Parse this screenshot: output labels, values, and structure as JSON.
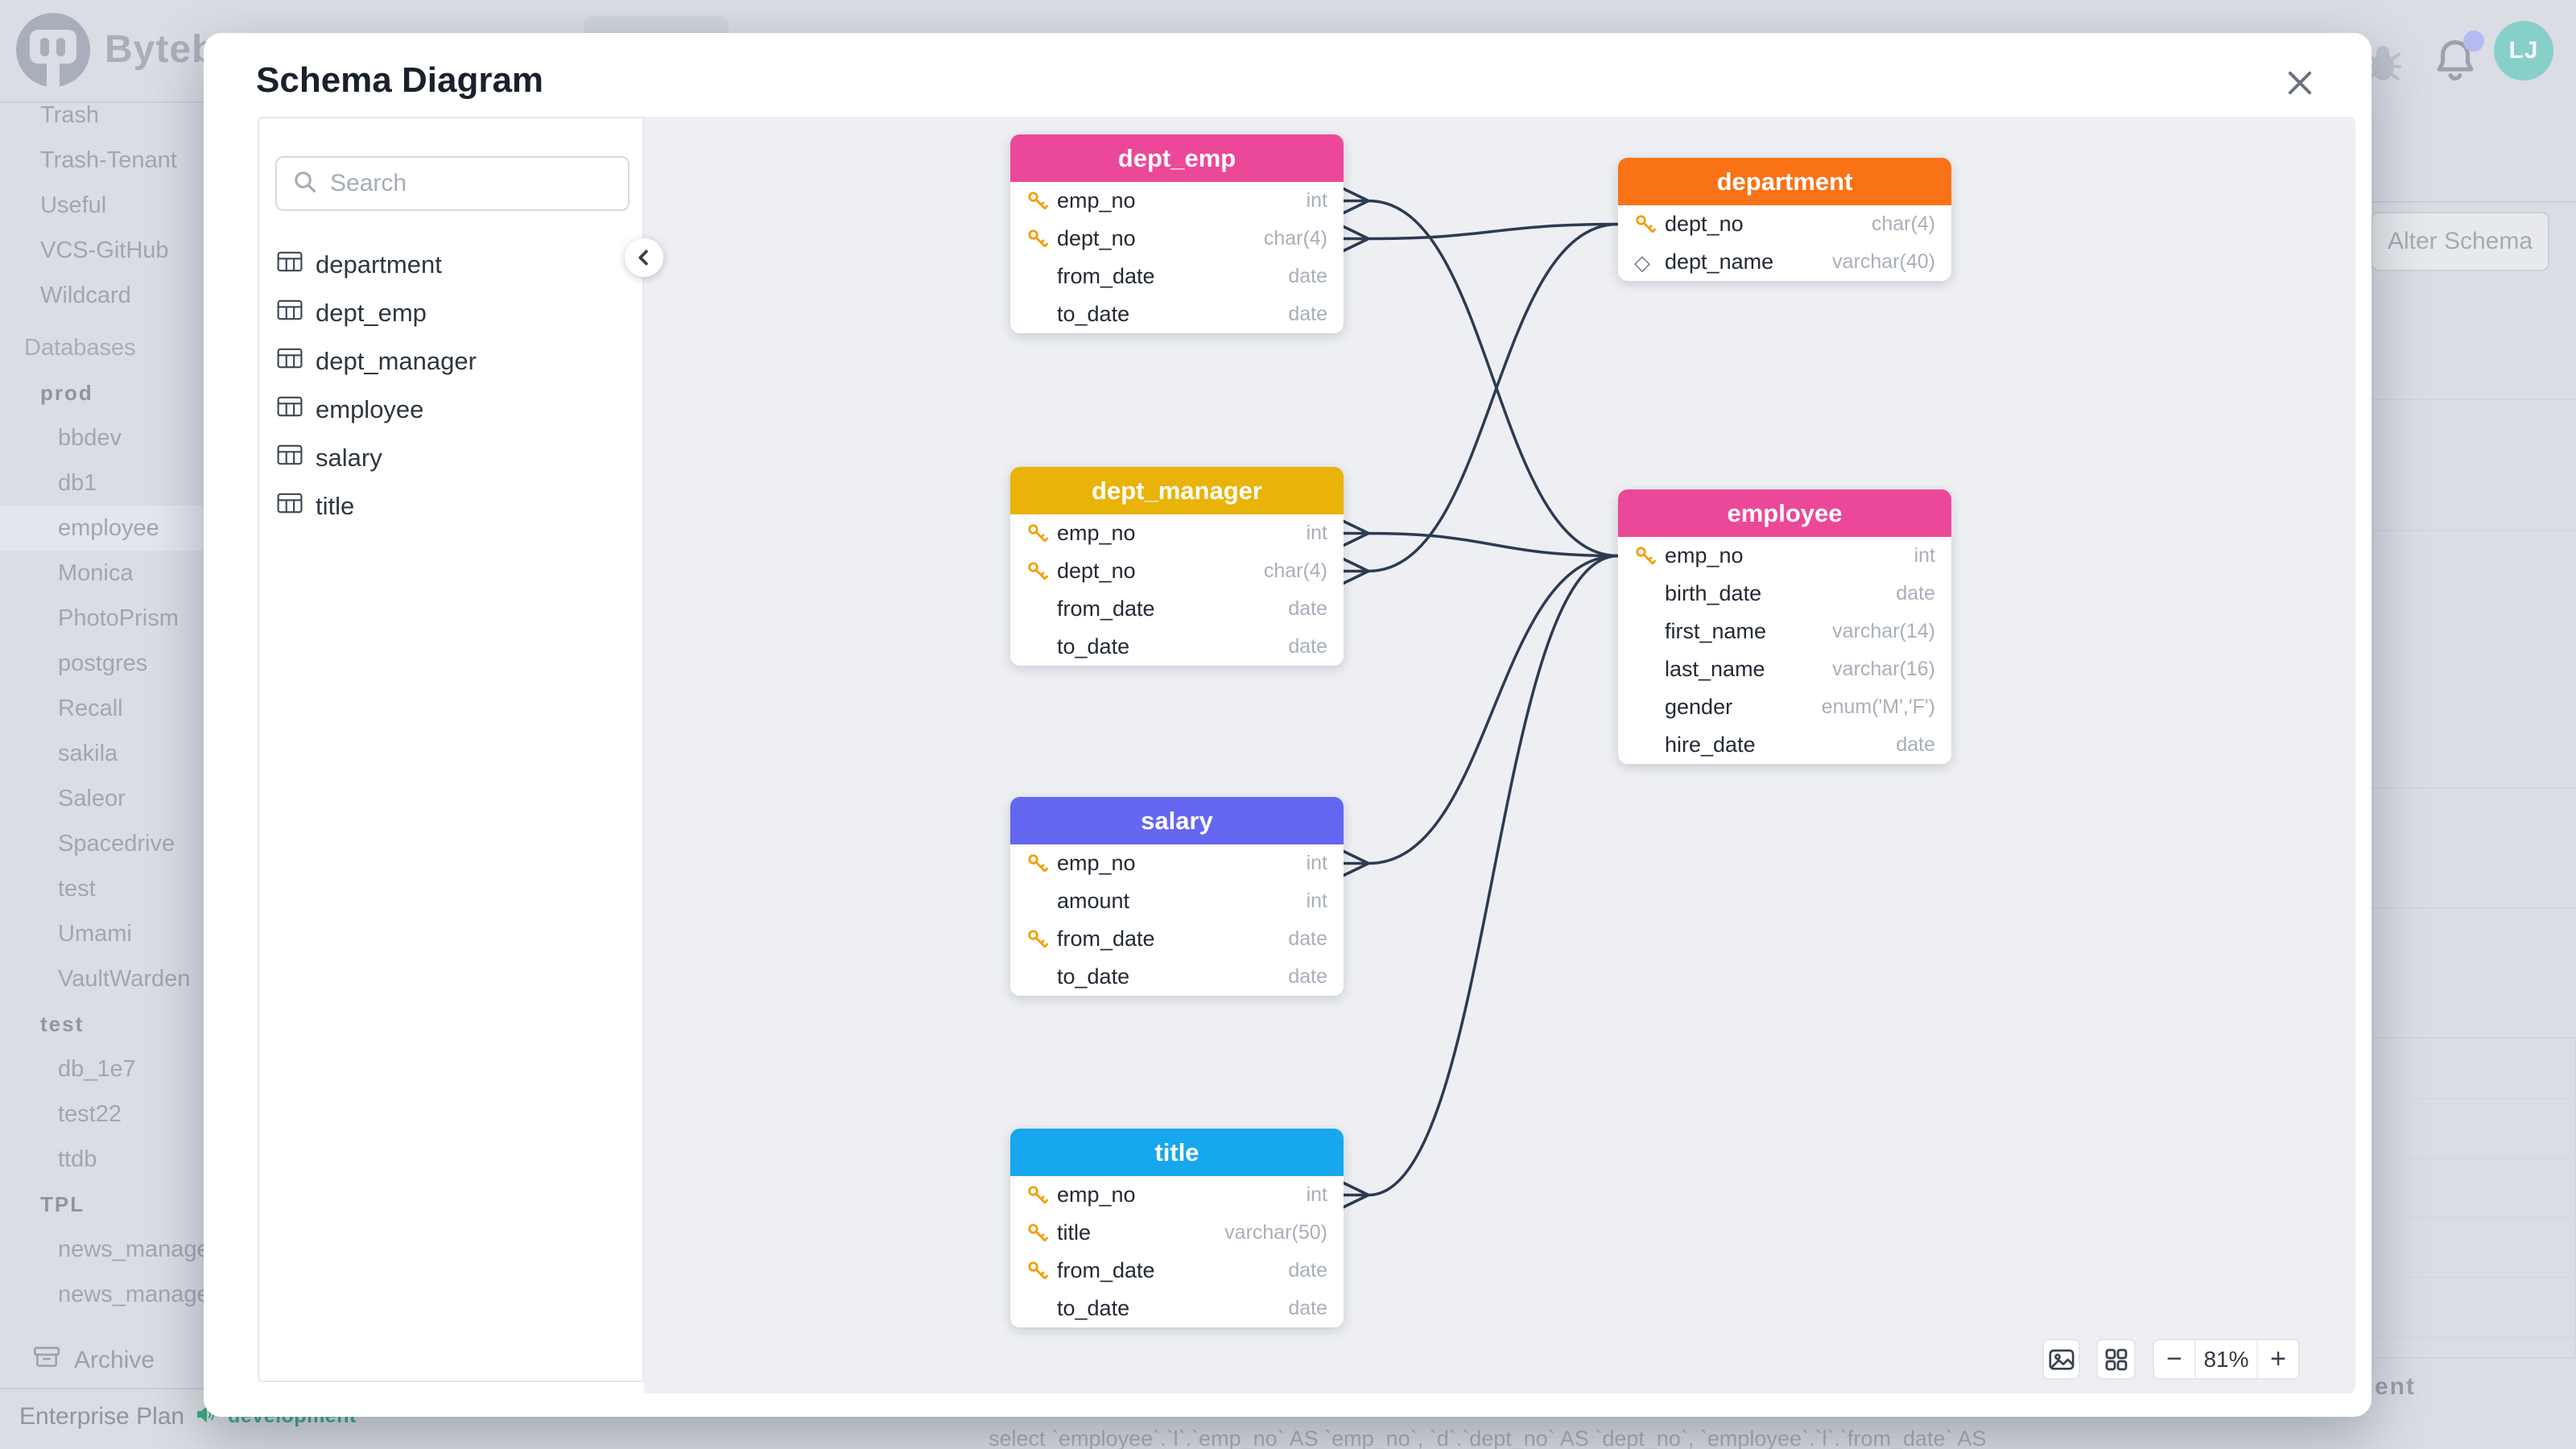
{
  "app": {
    "brand": "Bytebase",
    "avatar_initials": "LJ"
  },
  "background": {
    "alter_schema_label": "Alter Schema",
    "sql_fragment": "select `employee`.`l`.`emp_no` AS `emp_no`, `d`.`dept_no` AS `dept_no`, `employee`.`l`.`from_date` AS",
    "right_text_fragment": "ent",
    "footer": {
      "plan": "Enterprise Plan",
      "environment": "development"
    },
    "sidebar": {
      "archive_label": "Archive",
      "items": [
        {
          "label": "Trash",
          "kind": "project"
        },
        {
          "label": "Trash-Tenant",
          "kind": "project"
        },
        {
          "label": "Useful",
          "kind": "project"
        },
        {
          "label": "VCS-GitHub",
          "kind": "project"
        },
        {
          "label": "Wildcard",
          "kind": "project"
        },
        {
          "label": "Databases",
          "kind": "section"
        },
        {
          "label": "prod",
          "kind": "env"
        },
        {
          "label": "bbdev",
          "kind": "db"
        },
        {
          "label": "db1",
          "kind": "db"
        },
        {
          "label": "employee",
          "kind": "db",
          "active": true
        },
        {
          "label": "Monica",
          "kind": "db"
        },
        {
          "label": "PhotoPrism",
          "kind": "db"
        },
        {
          "label": "postgres",
          "kind": "db"
        },
        {
          "label": "Recall",
          "kind": "db"
        },
        {
          "label": "sakila",
          "kind": "db"
        },
        {
          "label": "Saleor",
          "kind": "db"
        },
        {
          "label": "Spacedrive",
          "kind": "db"
        },
        {
          "label": "test",
          "kind": "db"
        },
        {
          "label": "Umami",
          "kind": "db"
        },
        {
          "label": "VaultWarden",
          "kind": "db"
        },
        {
          "label": "test",
          "kind": "env"
        },
        {
          "label": "db_1e7",
          "kind": "db"
        },
        {
          "label": "test22",
          "kind": "db"
        },
        {
          "label": "ttdb",
          "kind": "db"
        },
        {
          "label": "TPL",
          "kind": "env"
        },
        {
          "label": "news_manage",
          "kind": "db"
        },
        {
          "label": "news_manage",
          "kind": "db"
        }
      ]
    }
  },
  "modal": {
    "title": "Schema Diagram",
    "search_placeholder": "Search",
    "table_list": [
      "department",
      "dept_emp",
      "dept_manager",
      "employee",
      "salary",
      "title"
    ],
    "zoom_percent": "81%",
    "controls": {
      "zoom_out": "−",
      "zoom_in": "+"
    },
    "tables": [
      {
        "name": "dept_emp",
        "color": "#EC4899",
        "fields": [
          {
            "name": "emp_no",
            "type": "int",
            "icon": "key"
          },
          {
            "name": "dept_no",
            "type": "char(4)",
            "icon": "key"
          },
          {
            "name": "from_date",
            "type": "date",
            "icon": ""
          },
          {
            "name": "to_date",
            "type": "date",
            "icon": ""
          }
        ]
      },
      {
        "name": "department",
        "color": "#F97316",
        "fields": [
          {
            "name": "dept_no",
            "type": "char(4)",
            "icon": "key"
          },
          {
            "name": "dept_name",
            "type": "varchar(40)",
            "icon": "diamond"
          }
        ]
      },
      {
        "name": "dept_manager",
        "color": "#EAB308",
        "fields": [
          {
            "name": "emp_no",
            "type": "int",
            "icon": "key"
          },
          {
            "name": "dept_no",
            "type": "char(4)",
            "icon": "key"
          },
          {
            "name": "from_date",
            "type": "date",
            "icon": ""
          },
          {
            "name": "to_date",
            "type": "date",
            "icon": ""
          }
        ]
      },
      {
        "name": "employee",
        "color": "#EC4899",
        "fields": [
          {
            "name": "emp_no",
            "type": "int",
            "icon": "key"
          },
          {
            "name": "birth_date",
            "type": "date",
            "icon": ""
          },
          {
            "name": "first_name",
            "type": "varchar(14)",
            "icon": ""
          },
          {
            "name": "last_name",
            "type": "varchar(16)",
            "icon": ""
          },
          {
            "name": "gender",
            "type": "enum('M','F')",
            "icon": ""
          },
          {
            "name": "hire_date",
            "type": "date",
            "icon": ""
          }
        ]
      },
      {
        "name": "salary",
        "color": "#6366F1",
        "fields": [
          {
            "name": "emp_no",
            "type": "int",
            "icon": "key"
          },
          {
            "name": "amount",
            "type": "int",
            "icon": ""
          },
          {
            "name": "from_date",
            "type": "date",
            "icon": "key"
          },
          {
            "name": "to_date",
            "type": "date",
            "icon": ""
          }
        ]
      },
      {
        "name": "title",
        "color": "#16A7EC",
        "fields": [
          {
            "name": "emp_no",
            "type": "int",
            "icon": "key"
          },
          {
            "name": "title",
            "type": "varchar(50)",
            "icon": "key"
          },
          {
            "name": "from_date",
            "type": "date",
            "icon": "key"
          },
          {
            "name": "to_date",
            "type": "date",
            "icon": ""
          }
        ]
      }
    ],
    "relationships": [
      {
        "from": "dept_emp.emp_no",
        "to": "employee.emp_no"
      },
      {
        "from": "dept_emp.dept_no",
        "to": "department.dept_no"
      },
      {
        "from": "dept_manager.emp_no",
        "to": "employee.emp_no"
      },
      {
        "from": "dept_manager.dept_no",
        "to": "department.dept_no"
      },
      {
        "from": "salary.emp_no",
        "to": "employee.emp_no"
      },
      {
        "from": "title.emp_no",
        "to": "employee.emp_no"
      }
    ]
  }
}
